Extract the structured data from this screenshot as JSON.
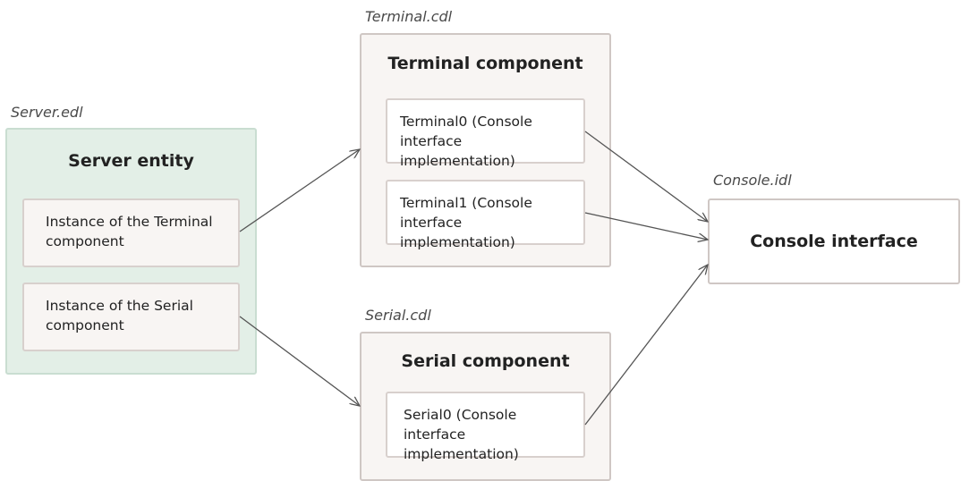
{
  "colors": {
    "entity_fill": "#e3efe7",
    "entity_border": "#c9ddd1",
    "component_fill": "#f8f5f3",
    "component_border": "#cfc7c4",
    "inner_fill": "#f8f5f3",
    "inner_border": "#d8d0cd",
    "interface_fill": "#ffffff",
    "arrow": "#555555"
  },
  "server": {
    "file": "Server.edl",
    "title": "Server entity",
    "instances": [
      "Instance of the Terminal component",
      "Instance of the Serial component"
    ]
  },
  "terminal": {
    "file": "Terminal.cdl",
    "title": "Terminal component",
    "implementations": [
      "Terminal0 (Console interface implementation)",
      "Terminal1 (Console interface implementation)"
    ]
  },
  "serial": {
    "file": "Serial.cdl",
    "title": "Serial component",
    "implementations": [
      "Serial0 (Console interface implementation)"
    ]
  },
  "console": {
    "file": "Console.idl",
    "title": "Console interface"
  }
}
